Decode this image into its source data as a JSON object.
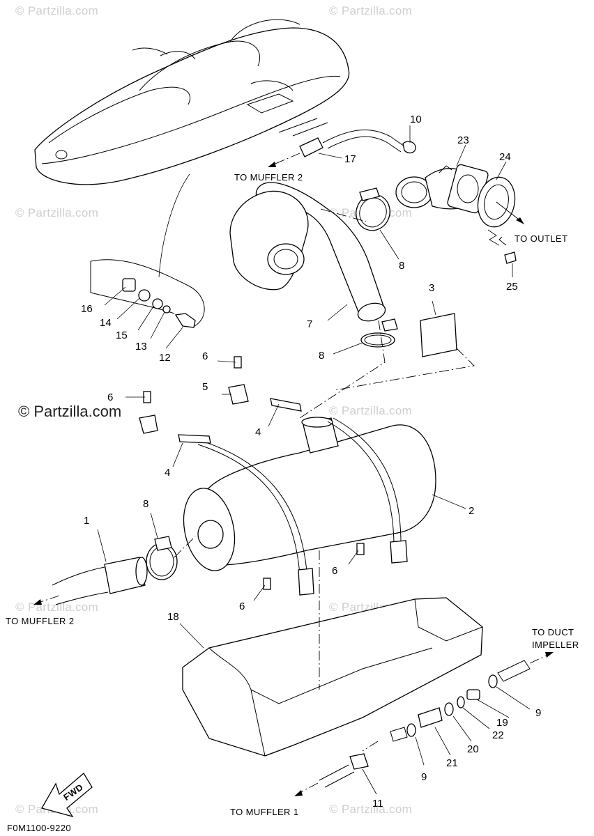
{
  "watermarks": {
    "small": "© Partzilla.com",
    "large": "© Partzilla.com"
  },
  "callouts": {
    "n1": "1",
    "n2": "2",
    "n3": "3",
    "n4a": "4",
    "n4b": "4",
    "n5": "5",
    "n6a": "6",
    "n6b": "6",
    "n6c": "6",
    "n6d": "6",
    "n7": "7",
    "n8a": "8",
    "n8b": "8",
    "n8c": "8",
    "n9a": "9",
    "n9b": "9",
    "n10": "10",
    "n11": "11",
    "n12": "12",
    "n13": "13",
    "n14": "14",
    "n15": "15",
    "n16": "16",
    "n17": "17",
    "n18": "18",
    "n19": "19",
    "n20": "20",
    "n21": "21",
    "n22": "22",
    "n23": "23",
    "n24": "24",
    "n25": "25"
  },
  "labels": {
    "to_muffler2_top": "TO MUFFLER 2",
    "to_muffler2_left": "TO MUFFLER 2",
    "to_outlet": "TO OUTLET",
    "to_duct_line1": "TO DUCT",
    "to_duct_line2": "IMPELLER",
    "to_muffler1": "TO MUFFLER 1",
    "fwd": "FWD",
    "diagram_code": "F0M1100-9220"
  }
}
